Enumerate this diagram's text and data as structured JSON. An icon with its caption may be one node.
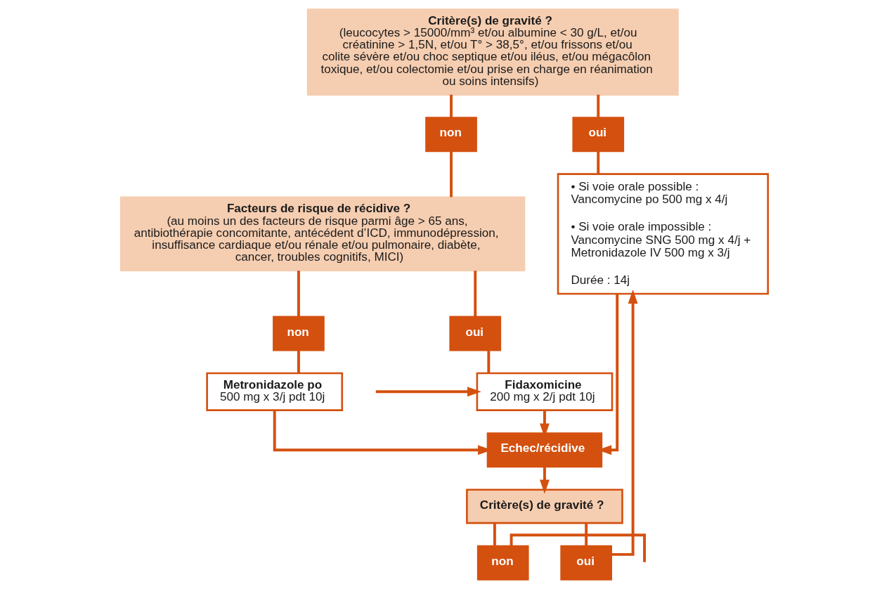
{
  "diagram": {
    "nodes": [
      {
        "text": [
          "Critère(s) de gravité ?",
          "(leucocytes > 15000/mm³ et/ou albumine < 30 g/L, et/ou créatinine > 1,5N, et/ou T° > 38,5°, et/ou frissons et/ou colite sévère et/ou choc septique et/ou iléus, et/ou mégacôlon toxique, et/ou colectomie et/ou prise en charge en réanimation ou soins intensifs)"
        ]
      },
      {
        "text": [
          "non"
        ]
      },
      {
        "text": [
          "oui"
        ]
      },
      {
        "text": [
          "• Si voie orale possible : Vancomycine po 500 mg x 4/j",
          "• Si voie orale impossible : Vancomycine SNG 500 mg x 4/j + Metronidazole IV 500 mg x 3/j",
          "Durée : 14j"
        ]
      },
      {
        "text": [
          "Facteurs de risque de récidive ?",
          "(au moins un des facteurs de risque parmi âge > 65 ans, antibiothérapie concomitante, antécédent d’ICD, immunodépression, insuffisance cardiaque et/ou rénale et/ou pulmonaire, diabète, cancer, troubles cognitifs, MICI)"
        ]
      },
      {
        "text": [
          "non"
        ]
      },
      {
        "text": [
          "oui"
        ]
      },
      {
        "text": [
          "Metronidazole po",
          "500 mg x 3/j pdt 10j"
        ]
      },
      {
        "text": [
          "Fidaxomicine",
          "200 mg x 2/j pdt 10j"
        ]
      },
      {
        "text": [
          "Echec/récidive"
        ]
      },
      {
        "text": [
          "Critère(s) de gravité ?"
        ]
      },
      {
        "text": [
          "oui"
        ]
      },
      {
        "text": [
          "non"
        ]
      }
    ],
    "edges": [
      {
        "from": 0,
        "to": 1,
        "arrow": "none"
      },
      {
        "from": 1,
        "to": 4,
        "arrow": "none"
      },
      {
        "from": 0,
        "to": 2,
        "arrow": "none"
      },
      {
        "from": 2,
        "to": 3,
        "arrow": "none"
      },
      {
        "from": 4,
        "to": 5,
        "arrow": "none"
      },
      {
        "from": 4,
        "to": 6,
        "arrow": "none"
      },
      {
        "from": 5,
        "to": 7,
        "arrow": "none"
      },
      {
        "from": 6,
        "to": 8,
        "arrow": "none"
      },
      {
        "from": null,
        "to": 8,
        "arrow": "to"
      },
      {
        "from": 7,
        "to": 9,
        "arrow": "to"
      },
      {
        "from": 8,
        "to": 9,
        "arrow": "to"
      },
      {
        "from": 3,
        "to": 9,
        "arrow": "to"
      },
      {
        "from": 9,
        "to": 10,
        "arrow": "to"
      },
      {
        "from": 10,
        "to": 11,
        "arrow": "none"
      },
      {
        "from": 10,
        "to": 12,
        "arrow": "none"
      },
      {
        "from": 11,
        "to": 3,
        "arrow": "to"
      },
      {
        "from": 12,
        "to": null,
        "arrow": "none"
      }
    ]
  }
}
